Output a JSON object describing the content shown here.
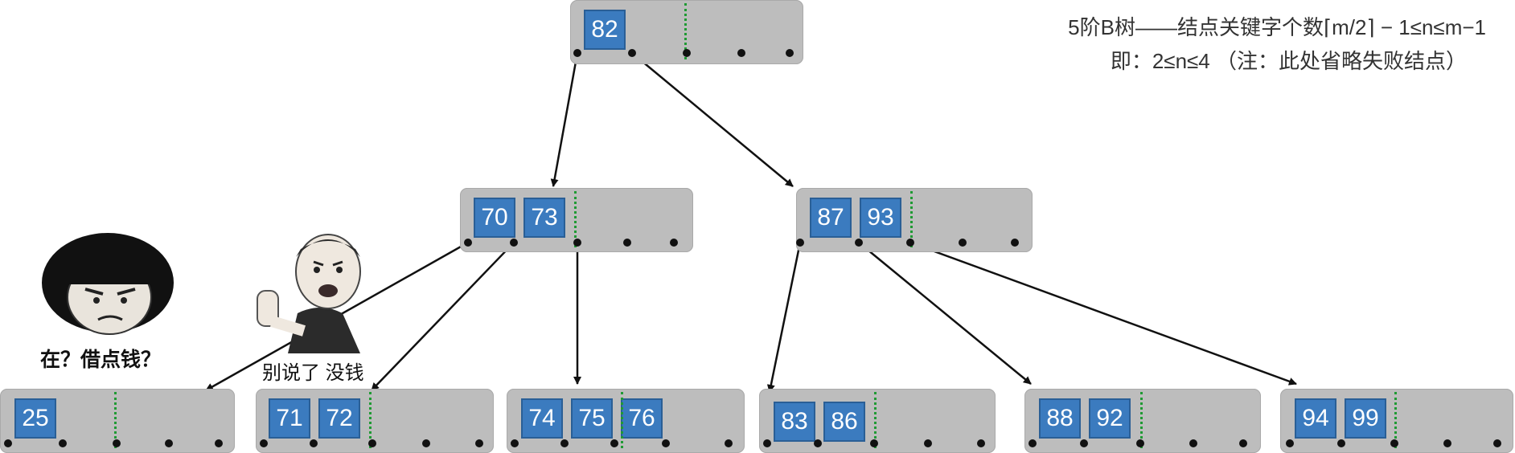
{
  "title": {
    "line1": "5阶B树——结点关键字个数⌈m/2⌉ − 1≤n≤m−1",
    "line2": "即：2≤n≤4 （注：此处省略失败结点）"
  },
  "tree": {
    "root": {
      "keys": [
        "82"
      ]
    },
    "level1": [
      {
        "keys": [
          "70",
          "73"
        ]
      },
      {
        "keys": [
          "87",
          "93"
        ]
      }
    ],
    "leaves": [
      {
        "keys": [
          "25"
        ]
      },
      {
        "keys": [
          "71",
          "72"
        ]
      },
      {
        "keys": [
          "74",
          "75",
          "76"
        ]
      },
      {
        "keys": [
          "83",
          "86"
        ]
      },
      {
        "keys": [
          "88",
          "92"
        ]
      },
      {
        "keys": [
          "94",
          "99"
        ]
      }
    ]
  },
  "captions": {
    "left": "在？借点钱？",
    "right": "别说了 没钱"
  },
  "colors": {
    "node_fill": "#bdbdbd",
    "key_fill": "#3b7bbf",
    "separator": "#1f9a33",
    "edge": "#111111"
  }
}
